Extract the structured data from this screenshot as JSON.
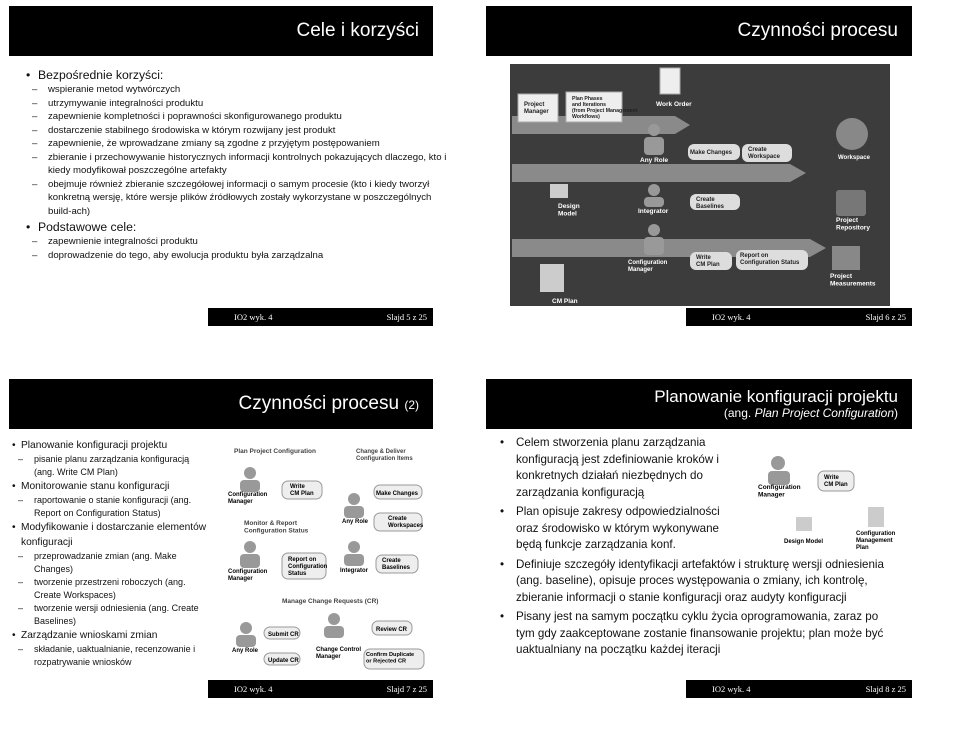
{
  "s5": {
    "title": "Cele i korzyści",
    "h1": "Bezpośrednie korzyści:",
    "items1": [
      "wspieranie metod wytwórczych",
      "utrzymywanie integralności produktu",
      "zapewnienie kompletności i poprawności skonfigurowanego produktu",
      "dostarczenie stabilnego środowiska w którym rozwijany jest produkt",
      "zapewnienie, że wprowadzane zmiany są zgodne z przyjętym postępowaniem",
      "zbieranie i przechowywanie historycznych informacji kontrolnych pokazujących dlaczego, kto i kiedy modyfikował poszczególne artefakty",
      "obejmuje również zbieranie szczegółowej informacji o samym procesie (kto i kiedy tworzył konkretną wersję, które wersje plików źródłowych zostały wykorzystane w poszczególnych build-ach)"
    ],
    "h2": "Podstawowe cele:",
    "items2": [
      "zapewnienie integralności produktu",
      "doprowadzenie do tego, aby ewolucja produktu była zarządzalna"
    ],
    "footer_left": "IO2 wyk. 4",
    "footer_right": "Slajd 5 z 25"
  },
  "s6": {
    "title": "Czynności procesu",
    "d": {
      "pm": "Project\nManager",
      "ppi": "Plan Phases\nand Iterations\n(from Project Management\nWorkflows)",
      "wo": "Work Order",
      "ar": "Any Role",
      "mc": "Make Changes",
      "cw": "Create\nWorkspace",
      "ws": "Workspace",
      "dm": "Design\nModel",
      "int": "Integrator",
      "cb": "Create\nBaselines",
      "pr": "Project\nRepository",
      "cm": "Configuration\nManager",
      "wcm": "Write\nCM Plan",
      "rcs": "Report on\nConfiguration Status",
      "pmeas": "Project\nMeasurements",
      "cmp": "CM Plan"
    },
    "footer_left": "IO2 wyk. 4",
    "footer_right": "Slajd 6 z 25"
  },
  "s7": {
    "title": "Czynności procesu",
    "title_suffix": "(2)",
    "items": [
      {
        "l": 1,
        "t": "Planowanie konfiguracji projektu"
      },
      {
        "l": 2,
        "t": "pisanie planu zarządzania konfiguracją (ang. Write CM Plan)"
      },
      {
        "l": 1,
        "t": "Monitorowanie stanu konfiguracji"
      },
      {
        "l": 2,
        "t": "raportowanie o stanie konfiguracji (ang. Report on Configuration Status)"
      },
      {
        "l": 1,
        "t": "Modyfikowanie i dostarczanie elementów konfiguracji"
      },
      {
        "l": 2,
        "t": "przeprowadzanie zmian (ang. Make Changes)"
      },
      {
        "l": 2,
        "t": "tworzenie przestrzeni roboczych (ang. Create Workspaces)"
      },
      {
        "l": 2,
        "t": "tworzenie wersji odniesienia (ang. Create Baselines)"
      },
      {
        "l": 1,
        "t": "Zarządzanie wnioskami zmian"
      },
      {
        "l": 2,
        "t": "składanie, uaktualnianie, recenzowanie i rozpatrywanie wniosków"
      }
    ],
    "d": {
      "ppc": "Plan Project Configuration",
      "cdci": "Change & Deliver\nConfiguration Items",
      "cm1": "Configuration\nManager",
      "wcm": "Write\nCM Plan",
      "ar1": "Any Role",
      "mc": "Make Changes",
      "cw": "Create\nWorkspaces",
      "mrcs": "Monitor & Report\nConfiguration Status",
      "cm2": "Configuration\nManager",
      "rcs": "Report on\nConfiguration\nStatus",
      "int": "Integrator",
      "cb": "Create\nBaselines",
      "mcr": "Manage Change Requests (CR)",
      "ar2": "Any Role",
      "scr": "Submit CR",
      "ucr": "Update CR",
      "ccm": "Change Control\nManager",
      "rcr": "Review CR",
      "cdr": "Confirm Duplicate\nor Rejected CR"
    },
    "footer_left": "IO2 wyk. 4",
    "footer_right": "Slajd 7 z 25"
  },
  "s8": {
    "title": "Planowanie konfiguracji projektu",
    "sub_pre": "(ang. ",
    "sub_it": "Plan Project Configuration",
    "sub_post": ")",
    "bullets": [
      "Celem stworzenia planu zarządzania konfiguracją jest zdefiniowanie kroków i konkretnych działań niezbędnych do zarządzania konfiguracją",
      "Plan opisuje zakresy odpowiedzialności oraz środowisko w którym wykonywane będą funkcje zarządzania konf.",
      "Definiuje szczegóły identyfikacji artefaktów i strukturę wersji odniesienia (ang. baseline), opisuje proces występowania o zmiany, ich kontrolę, zbieranie informacji o stanie konfiguracji oraz audyty konfiguracji",
      "Pisany jest na samym początku cyklu życia oprogramowania, zaraz po tym gdy zaakceptowane zostanie finansowanie projektu; plan może być uaktualniany na początku każdej iteracji"
    ],
    "d": {
      "cm": "Configuration\nManager",
      "wcm": "Write\nCM Plan",
      "dm": "Design Model",
      "cmp": "Configuration\nManagement\nPlan"
    },
    "footer_left": "IO2 wyk. 4",
    "footer_right": "Slajd 8 z 25"
  }
}
